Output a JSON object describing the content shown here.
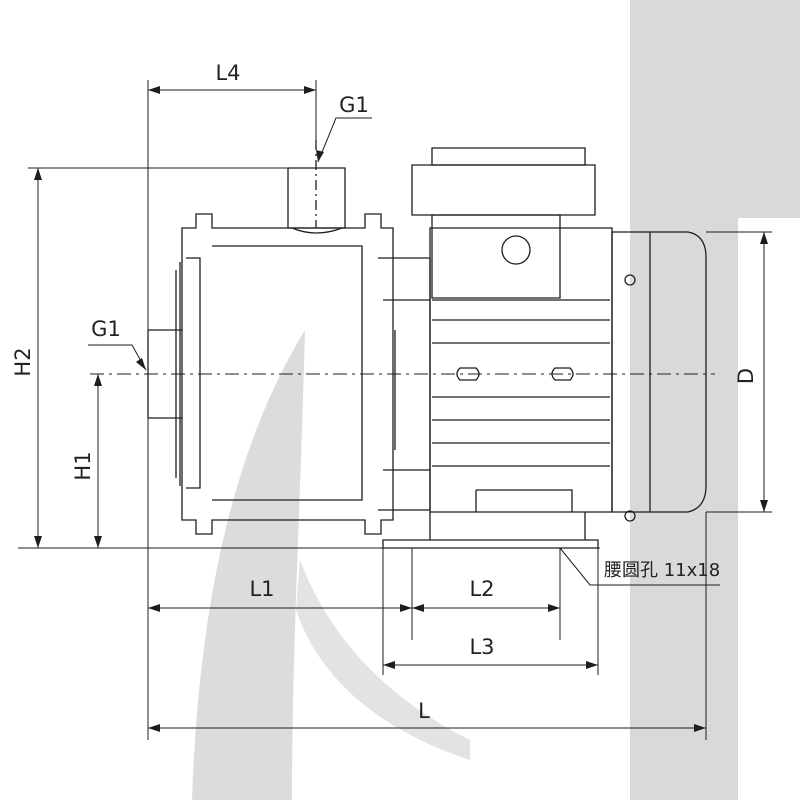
{
  "dimensions": {
    "L4": "L4",
    "G1_top": "G1",
    "G1_side": "G1",
    "H2": "H2",
    "H1": "H1",
    "D": "D",
    "L1": "L1",
    "L2": "L2",
    "L3": "L3",
    "L": "L"
  },
  "slot_note": "腰圆孔 11x18",
  "colors": {
    "line": "#1e1e1e",
    "watermark": "#d9d9d9",
    "background": "#ffffff"
  }
}
